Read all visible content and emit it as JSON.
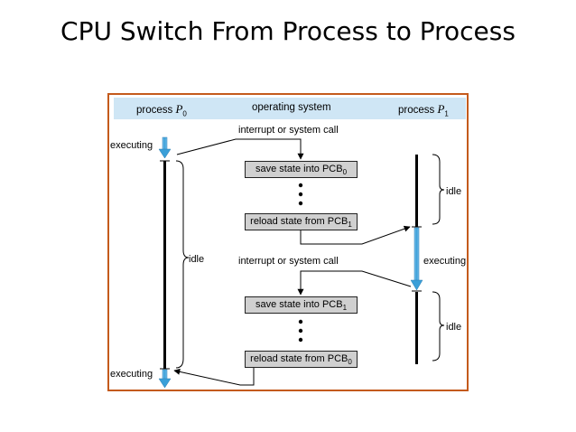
{
  "title": "CPU Switch From Process to Process",
  "header": {
    "process0": {
      "text": "process ",
      "name": "P",
      "sub": "0"
    },
    "os": "operating system",
    "process1": {
      "text": "process ",
      "name": "P",
      "sub": "1"
    }
  },
  "labels": {
    "interrupt1": "interrupt or system call",
    "interrupt2": "interrupt or system call",
    "executing_top": "executing",
    "executing_bottom": "executing",
    "executing_p1": "executing",
    "idle_p0": "idle",
    "idle_p1_top": "idle",
    "idle_p1_bottom": "idle"
  },
  "boxes": [
    {
      "text": "save state into PCB",
      "sub": "0"
    },
    {
      "text": "reload state from PCB",
      "sub": "1"
    },
    {
      "text": "save state into PCB",
      "sub": "1"
    },
    {
      "text": "reload state from PCB",
      "sub": "0"
    }
  ],
  "colors": {
    "border": "#c45a1c",
    "header_band": "#cfe6f5",
    "box_fill": "#d0d0d0",
    "executing_bar": "#3a9fd8"
  }
}
